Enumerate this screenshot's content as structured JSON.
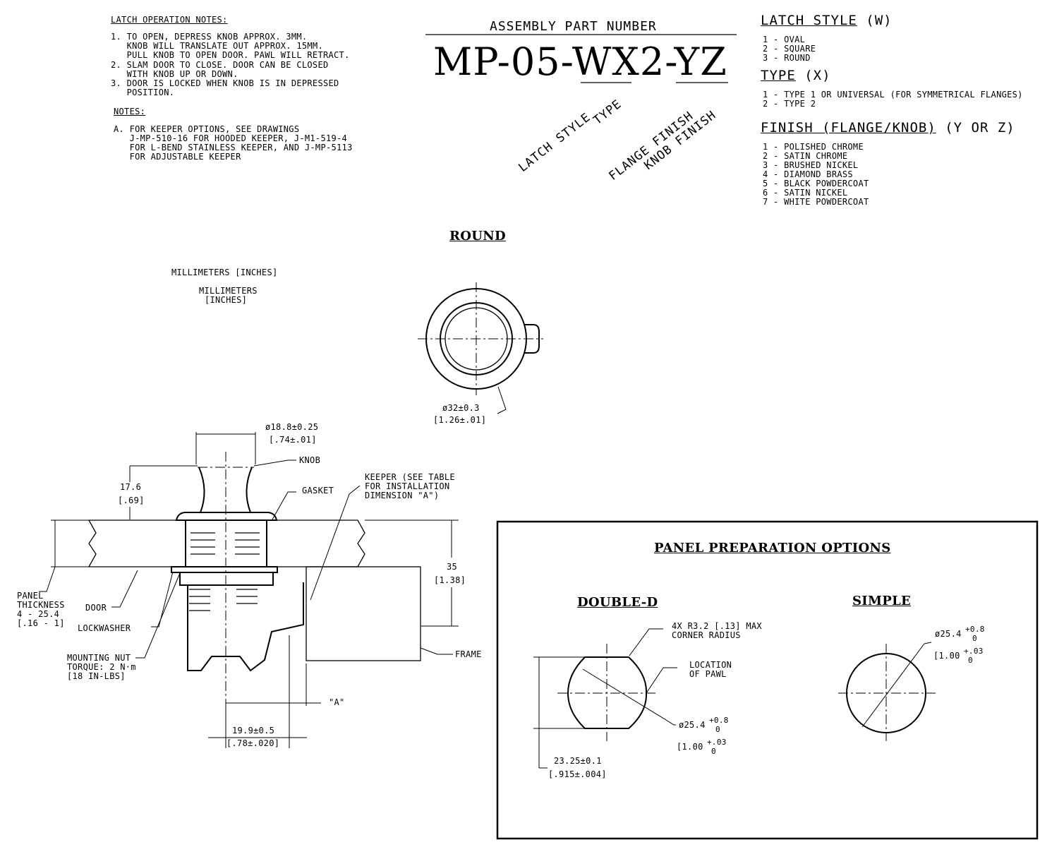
{
  "latch_notes": {
    "title": "LATCH OPERATION NOTES:",
    "items": [
      "1. TO OPEN, DEPRESS KNOB APPROX. 3MM.",
      "   KNOB WILL TRANSLATE OUT APPROX. 15MM.",
      "   PULL KNOB TO OPEN DOOR. PAWL WILL RETRACT.",
      "2. SLAM DOOR TO CLOSE. DOOR CAN BE CLOSED",
      "   WITH KNOB UP OR DOWN.",
      "3. DOOR IS LOCKED WHEN KNOB IS IN DEPRESSED",
      "   POSITION."
    ]
  },
  "notes": {
    "title": "NOTES:",
    "items": [
      "A. FOR KEEPER OPTIONS, SEE DRAWINGS",
      "   J-MP-510-16 FOR HOODED KEEPER, J-M1-519-4",
      "   FOR L-BEND STAINLESS KEEPER, AND J-MP-5113",
      "   FOR ADJUSTABLE KEEPER"
    ]
  },
  "assembly": {
    "title": "ASSEMBLY PART NUMBER",
    "part_number": "MP-05-WX2-YZ",
    "labels": {
      "latch_style": "LATCH STYLE",
      "type": "TYPE",
      "flange_finish": "FLANGE FINISH",
      "knob_finish": "KNOB FINISH"
    }
  },
  "legend": {
    "latch_style": {
      "title": "LATCH STYLE",
      "code": "(W)",
      "items": [
        "1 - OVAL",
        "2 - SQUARE",
        "3 - ROUND"
      ]
    },
    "type": {
      "title": "TYPE",
      "code": "(X)",
      "items": [
        "1 - TYPE 1 OR UNIVERSAL (FOR SYMMETRICAL FLANGES)",
        "2 - TYPE 2"
      ]
    },
    "finish": {
      "title": "FINISH (FLANGE/KNOB)",
      "code": "(Y OR Z)",
      "items": [
        "1 - POLISHED CHROME",
        "2 - SATIN CHROME",
        "3 - BRUSHED NICKEL",
        "4 - DIAMOND BRASS",
        "5 - BLACK POWDERCOAT",
        "6 - SATIN NICKEL",
        "7 - WHITE POWDERCOAT"
      ]
    }
  },
  "round_view": {
    "title": "ROUND",
    "dim_main": "ø32±0.3",
    "dim_alt": "[1.26±.01]"
  },
  "units": {
    "line1": "MILLIMETERS [INCHES]",
    "line2": "MILLIMETERS",
    "line3": "[INCHES]"
  },
  "section": {
    "knob_dia": "ø18.8±0.25",
    "knob_dia_alt": "[.74±.01]",
    "knob": "KNOB",
    "gasket": "GASKET",
    "keeper": [
      "KEEPER (SEE TABLE",
      "FOR INSTALLATION",
      "DIMENSION \"A\")"
    ],
    "height": "17.6",
    "height_alt": "[.69]",
    "depth": "35",
    "depth_alt": "[1.38]",
    "panel": [
      "PANEL",
      "THICKNESS",
      "4 - 25.4",
      "[.16 - 1]"
    ],
    "door": "DOOR",
    "lockwasher": "LOCKWASHER",
    "nut": [
      "MOUNTING NUT",
      "TORQUE: 2 N·m",
      "[18 IN-LBS]"
    ],
    "frame": "FRAME",
    "dim_a": "\"A\"",
    "offset": "19.9±0.5",
    "offset_alt": "[.78±.020]"
  },
  "panel_prep": {
    "title": "PANEL PREPARATION OPTIONS",
    "double_d": {
      "title": "DOUBLE-D",
      "radius": [
        "4X R3.2 [.13] MAX",
        "CORNER RADIUS"
      ],
      "pawl": [
        "LOCATION",
        "OF PAWL"
      ],
      "dia": "ø25.4",
      "tol_up": "+0.8",
      "tol_lo": "0",
      "dia_alt": "[1.00",
      "tol_alt_up": "+.03",
      "tol_alt_lo": "0",
      "flat": "23.25±0.1",
      "flat_alt": "[.915±.004]"
    },
    "simple": {
      "title": "SIMPLE",
      "dia": "ø25.4",
      "tol_up": "+0.8",
      "tol_lo": "0",
      "dia_alt": "[1.00",
      "tol_alt_up": "+.03",
      "tol_alt_lo": "0"
    }
  }
}
